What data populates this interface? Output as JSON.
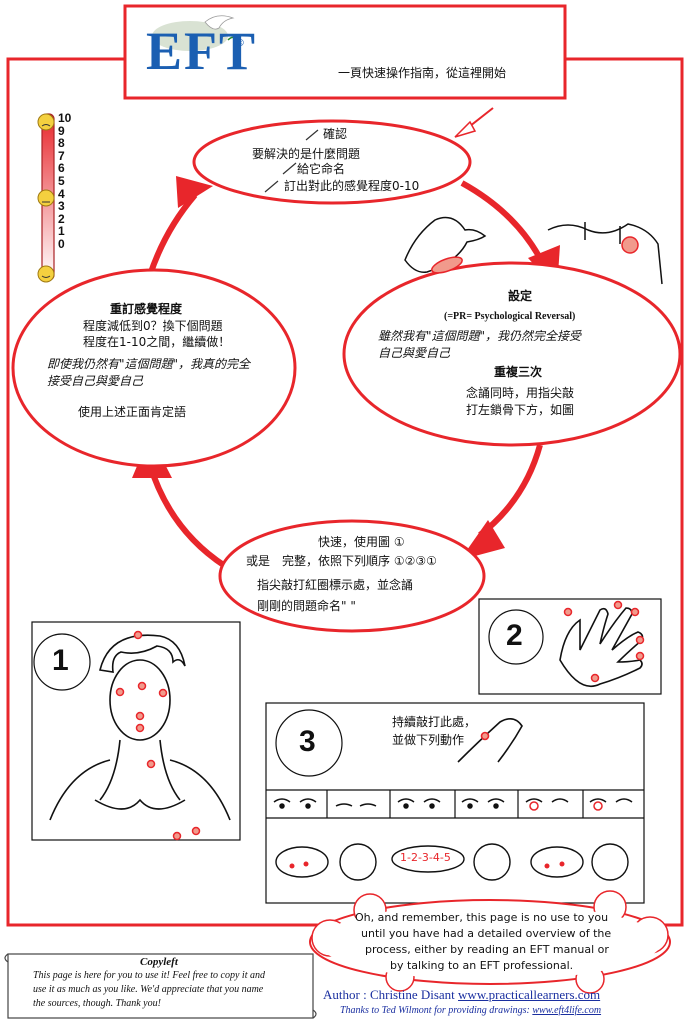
{
  "header": {
    "logo_text": "EFT",
    "logo_mark": "®",
    "subtitle": "一頁快速操作指南，從這裡開始"
  },
  "scale": {
    "labels": [
      "10",
      "9",
      "8",
      "7",
      "6",
      "5",
      "4",
      "3",
      "2",
      "1",
      "0"
    ],
    "face_icons": [
      "sad-face-icon",
      "neutral-face-icon",
      "happy-face-icon"
    ]
  },
  "step_confirm": {
    "line1": "確認",
    "line2": "要解決的是什麼問題",
    "line3": "給它命名",
    "line4": "訂出對此的感覺程度0-10"
  },
  "step_setup": {
    "title": "設定",
    "pr": "(=PR= Psychological Reversal)",
    "affirm1": "雖然我有\"這個問題\"，我仍然完全接受",
    "affirm2": "自己與愛自己",
    "repeat": "重複三次",
    "tap1": "念誦同時，用指尖敲",
    "tap2": "打左鎖骨下方，如圖"
  },
  "step_sequence": {
    "line1": "快速，使用圖 ①",
    "line2": "或是　完整，依照下列順序 ①②③①",
    "line3": "指尖敲打紅圈標示處，並念誦",
    "line4": "剛剛的問題命名\" \""
  },
  "step_rerate": {
    "title": "重訂感覺程度",
    "line1": "程度減低到0？換下個問題",
    "line2": "程度在1-10之間，繼續做！",
    "line3": "即使我仍然有\"這個問題\"，我真的完全",
    "line4": "接受自己與愛自己",
    "line5": "使用上述正面肯定語"
  },
  "panels": {
    "p1": "1",
    "p2": "2",
    "p3": "3",
    "p3_text1": "持續敲打此處，",
    "p3_text2": "並做下列動作",
    "count_text": "1-2-3-4-5"
  },
  "cloud": {
    "line1": "Oh, and remember, this page is no use to you",
    "line2": "until you have had a detailed overview of the",
    "line3": "process, either by reading an EFT manual or",
    "line4": "by talking to an EFT professional."
  },
  "copyleft": {
    "title": "Copyleft",
    "line1": "This page is here for you to use it! Feel free to copy it and",
    "line2": "use it as much as you like. We'd appreciate that you name",
    "line3": "the sources, though. Thank you!"
  },
  "footer": {
    "author_label": "Author : Christine Disant",
    "author_url": "www.practicallearners.com",
    "thanks_label": "Thanks to Ted Wilmont for providing drawings:",
    "thanks_url": "www.eft4life.com"
  },
  "colors": {
    "red": "#e8262b",
    "dark_red": "#cc1f24",
    "link": "#1a2fa0"
  }
}
